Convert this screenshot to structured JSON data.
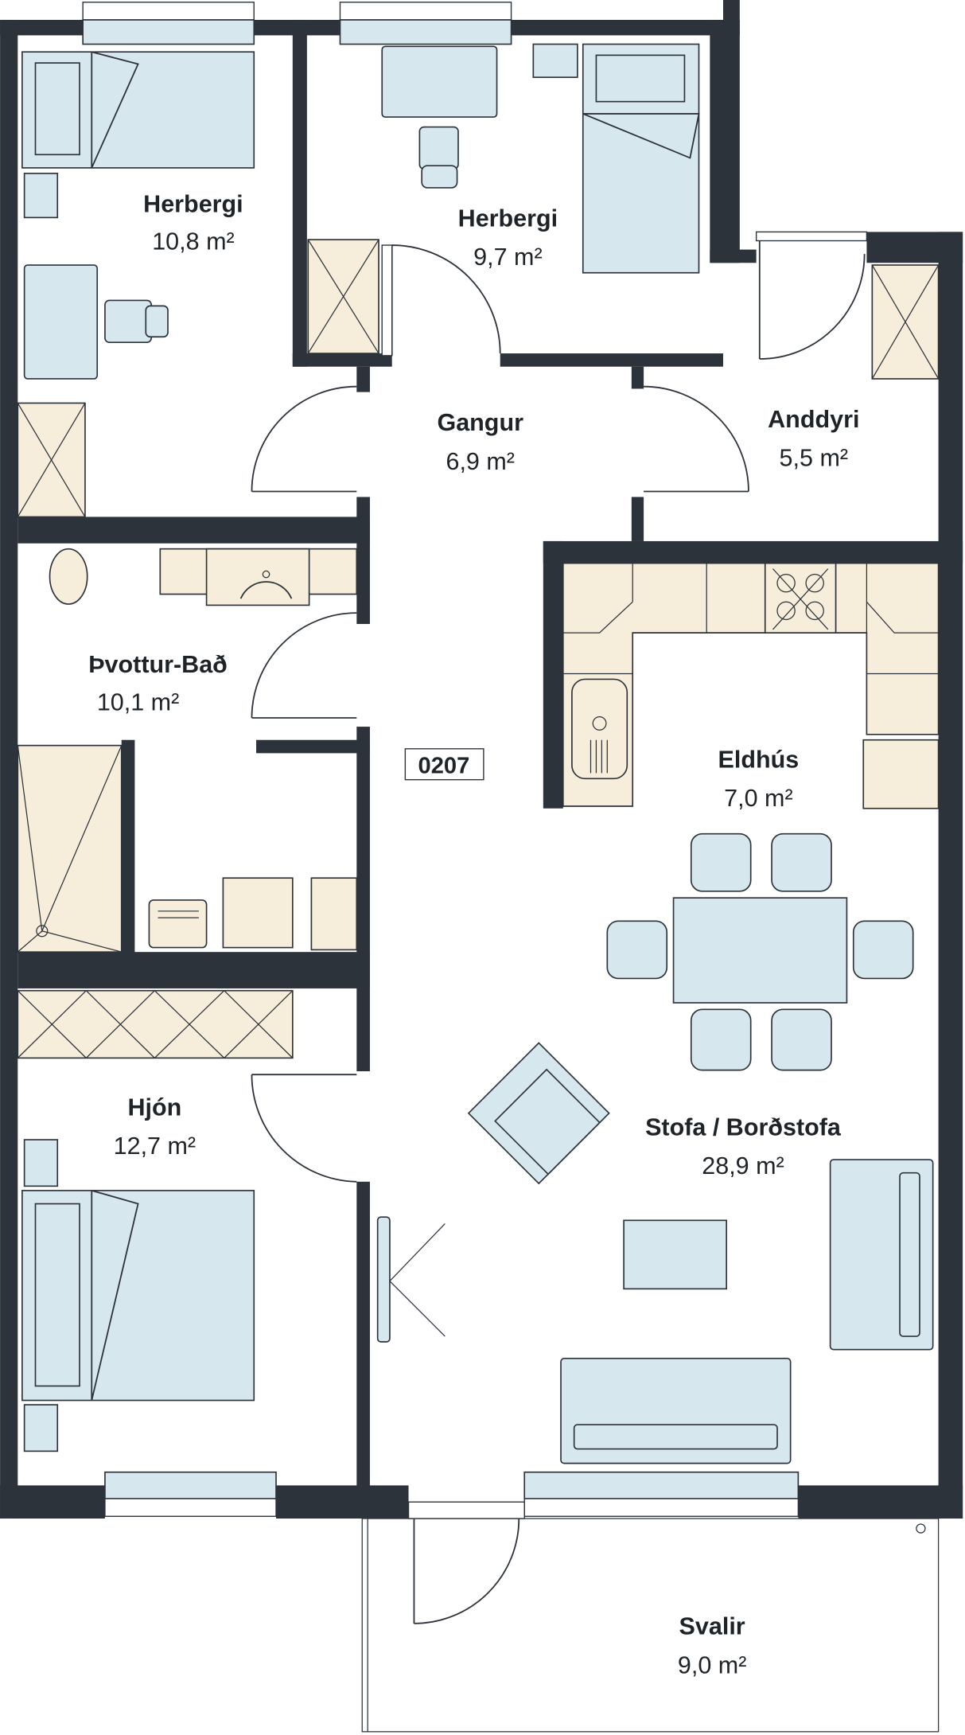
{
  "plan": {
    "unit_number": "0207",
    "rooms": [
      {
        "name": "Herbergi",
        "area": "10,8 m²"
      },
      {
        "name": "Herbergi",
        "area": "9,7 m²"
      },
      {
        "name": "Gangur",
        "area": "6,9 m²"
      },
      {
        "name": "Anddyri",
        "area": "5,5 m²"
      },
      {
        "name": "Þvottur-Bað",
        "area": "10,1 m²"
      },
      {
        "name": "Eldhús",
        "area": "7,0 m²"
      },
      {
        "name": "Hjón",
        "area": "12,7 m²"
      },
      {
        "name": "Stofa / Borðstofa",
        "area": "28,9 m²"
      },
      {
        "name": "Svalir",
        "area": "9,0 m²"
      }
    ],
    "colors": {
      "wall": "#2d333b",
      "furniture": "#d7e7ee",
      "cabinet": "#f6eeda"
    }
  }
}
